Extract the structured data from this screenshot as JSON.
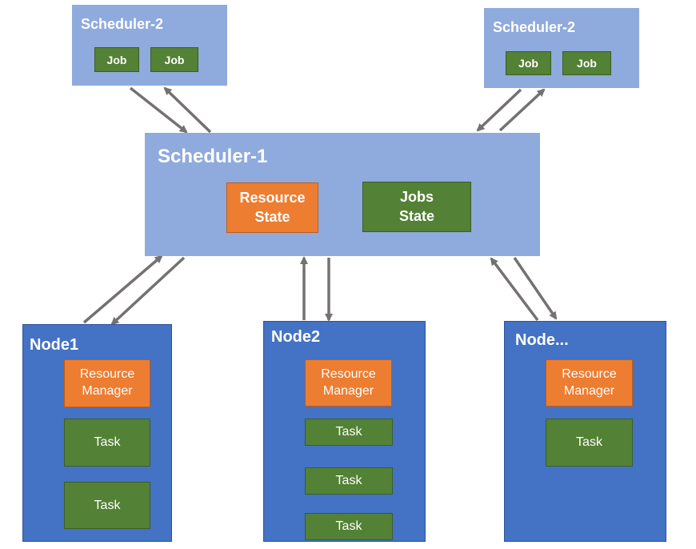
{
  "scheduler_2_left": {
    "title": "Scheduler-2",
    "jobs": [
      "Job",
      "Job"
    ]
  },
  "scheduler_2_right": {
    "title": "Scheduler-2",
    "jobs": [
      "Job",
      "Job"
    ]
  },
  "scheduler_1": {
    "title": "Scheduler-1",
    "resource_state": [
      "Resource",
      "State"
    ],
    "jobs_state": [
      "Jobs",
      "State"
    ]
  },
  "nodes": [
    {
      "title": "Node1",
      "resource_manager": [
        "Resource",
        "Manager"
      ],
      "tasks": [
        "Task",
        "Task"
      ]
    },
    {
      "title": "Node2",
      "resource_manager": [
        "Resource",
        "Manager"
      ],
      "tasks": [
        "Task",
        "Task",
        "Task"
      ]
    },
    {
      "title": "Node...",
      "resource_manager": [
        "Resource",
        "Manager"
      ],
      "tasks": [
        "Task"
      ]
    }
  ],
  "colors": {
    "scheduler": "#8faadc",
    "node": "#4472c4",
    "job": "#538135",
    "resource": "#ed7d31",
    "arrow": "#767171"
  }
}
